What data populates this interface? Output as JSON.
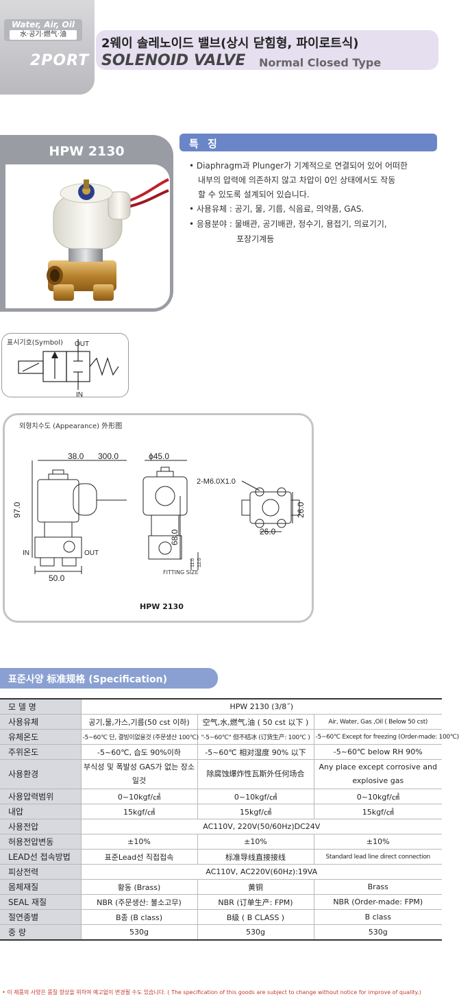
{
  "header": {
    "badge_line1": "Water, Air, Oil",
    "badge_line2": "水·공기·燃气·油",
    "title_kr": "2웨이 솔레노이드 밸브(상시 닫힘형, 파이로트식)",
    "title_en_2port": "2PORT",
    "title_en_solenoid": "SOLENOID VALVE",
    "title_en_type": "Normal Closed Type"
  },
  "product": {
    "model": "HPW 2130"
  },
  "features": {
    "title": "특 징",
    "items": [
      "• Diaphragm과 Plunger가 기계적으로 연결되어 있어 어떠한",
      "내부의 압력에 의존하지 않고 차압이 0인 상태에서도 작동",
      "할 수 있도록 설계되어 있습니다.",
      "• 사용유체 : 공기, 물, 기름, 식음료, 의약품, GAS.",
      "• 응용분야 : 물배관, 공기배관, 정수기, 용접기, 의료기기,",
      "포장기계등"
    ]
  },
  "symbol": {
    "title": "표시기호(Symbol)",
    "out": "OUT",
    "in": "IN"
  },
  "appearance": {
    "title": "외형치수도 (Appearance) 外形图",
    "dims": {
      "d38": "38.0",
      "d300": "300.0",
      "d45": "ϕ45.0",
      "d97": "97.0",
      "d68": "68.0",
      "d50": "50.0",
      "d26a": "26.0",
      "d26b": "26.0",
      "d11": "11.0",
      "d12": "12.0",
      "m6": "2-M6.0X1.0",
      "in": "IN",
      "out": "OUT"
    },
    "fitting": "FITTING SIZE",
    "model": "HPW 2130"
  },
  "spec": {
    "title": "표준사양 标准规格    (Specification)",
    "rows": [
      {
        "label": "모 델 명",
        "span": "HPW 2130 (3/8˝)"
      },
      {
        "label": "사용유체",
        "kr": "공기,물,가스,기름(50 cst 이하)",
        "cn": "空气,水,燃气,油 ( 50 cst  以下 )",
        "en": "Air, Water, Gas ,Oil ( Below 50 cst)"
      },
      {
        "label": "유체온도",
        "kr": "-5~60℃ 단, 결빙이없을것 (주문생산 100℃)",
        "cn": "\"-5~60℃\" 但不结冰 (订货生产: 100℃ )",
        "en": "-5~60℃ Except for freezing (Order-made: 100℃)"
      },
      {
        "label": "주위온도",
        "kr": "-5~60℃, 습도 90%이하",
        "cn": "-5~60℃ 相对湿度 90% 以下",
        "en": "-5~60℃ below RH 90%"
      },
      {
        "label": "사용환경",
        "kr": "부식성 및 폭발성 GAS가 없는 장소일것",
        "cn": "除腐蚀爆炸性瓦斯外任何场合",
        "en": "Any place except corrosive and explosive gas"
      },
      {
        "label": "사용압력범위",
        "kr": "0~10kgf/㎠",
        "cn": "0~10kgf/㎠",
        "en": "0~10kgf/㎠"
      },
      {
        "label": "내압",
        "kr": "15kgf/㎠",
        "cn": "15kgf/㎠",
        "en": "15kgf/㎠"
      },
      {
        "label": "사용전압",
        "span": "AC110V, 220V(50/60Hz)DC24V"
      },
      {
        "label": "허용전압변동",
        "kr": "±10%",
        "cn": "±10%",
        "en": "±10%"
      },
      {
        "label": "LEAD선 접속방법",
        "kr": "표준Lead선 직접접속",
        "cn": "标准导线直接接线",
        "en": "Standard lead line direct connection"
      },
      {
        "label": "피상전력",
        "span": "AC110V, AC220V(60Hz):19VA"
      },
      {
        "label": "몸체재질",
        "kr": "황동 (Brass)",
        "cn": "黄铜",
        "en": "Brass"
      },
      {
        "label": "SEAL 재질",
        "kr": "NBR (주문생산: 불소고무)",
        "cn": "NBR (订单生产: FPM)",
        "en": "NBR (Order-made: FPM)"
      },
      {
        "label": "절연종별",
        "kr": "B종 (B class)",
        "cn": "B级 ( B CLASS )",
        "en": "B class"
      },
      {
        "label": "중      량",
        "kr": "530g",
        "cn": "530g",
        "en": "530g"
      }
    ]
  },
  "footnote": "• 이 제품의 사양은 품질 향상을 위하여 예고없이 변경될 수도 있습니다. ( The specification of this goods are subject to change without notice for improve of quality.)",
  "colors": {
    "accent_blue": "#6a86c8",
    "spec_blue": "#8aa0d2",
    "header_lavender": "#e5dff0",
    "note_red": "#c0392b"
  }
}
